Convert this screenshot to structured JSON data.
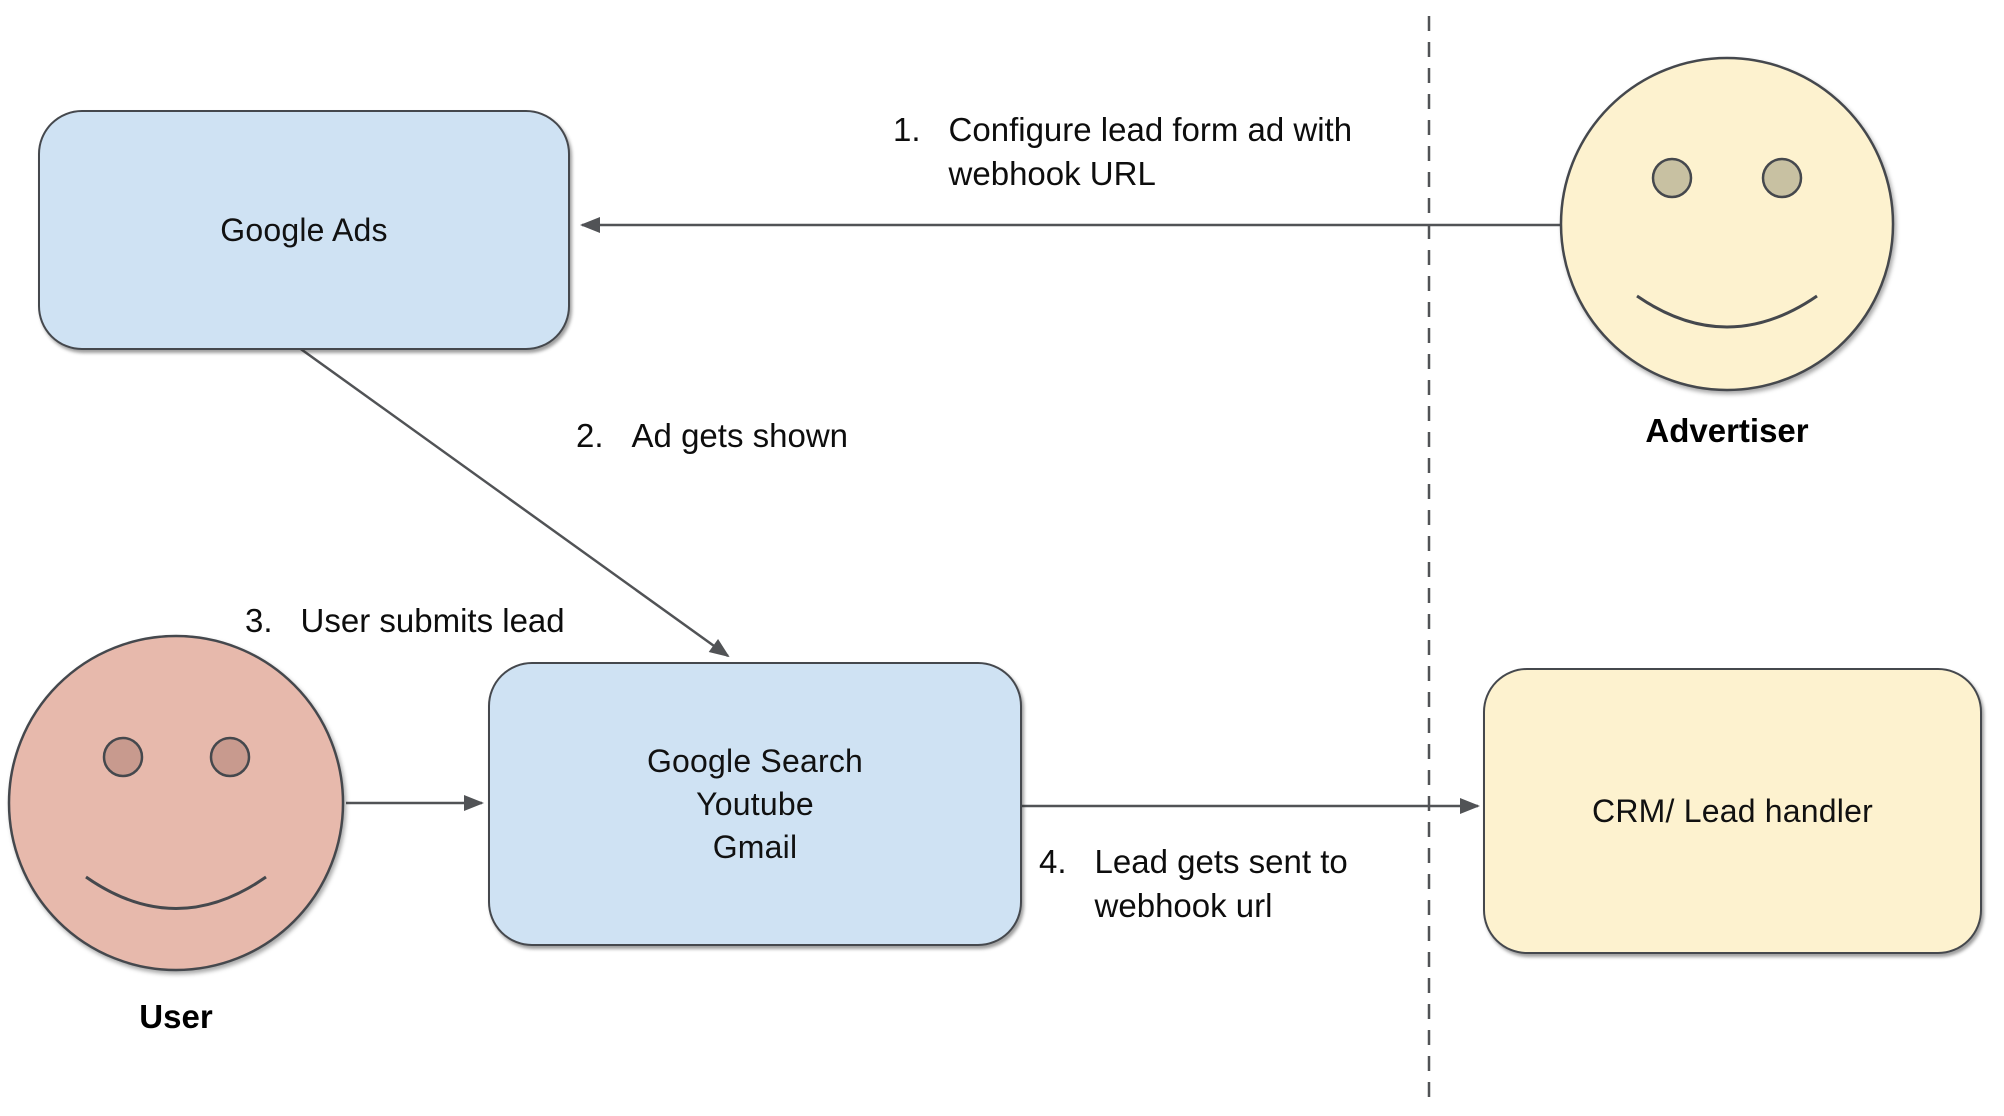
{
  "nodes": {
    "google_ads": {
      "label": "Google Ads"
    },
    "google_surfaces": {
      "line1": "Google Search",
      "line2": "Youtube",
      "line3": "Gmail"
    },
    "crm": {
      "label": "CRM/ Lead handler"
    },
    "advertiser": {
      "label": "Advertiser"
    },
    "user": {
      "label": "User"
    }
  },
  "steps": {
    "step1": {
      "num": "1.",
      "line1": "Configure lead form ad with",
      "line2": "webhook URL"
    },
    "step2": {
      "num": "2.",
      "line1": "Ad gets shown"
    },
    "step3": {
      "num": "3.",
      "line1": "User submits lead"
    },
    "step4": {
      "num": "4.",
      "line1": "Lead gets sent to",
      "line2": "webhook url"
    }
  },
  "colors": {
    "box_blue": "#cfe2f3",
    "box_yellow": "#fdf2cf",
    "face_yellow": "#fdf2cf",
    "face_pink": "#e7b9ac",
    "advertiser_eye": "#c8c1a2",
    "user_eye": "#c89a8e",
    "stroke": "#515356",
    "border": "#45484d",
    "text": "#111111"
  }
}
